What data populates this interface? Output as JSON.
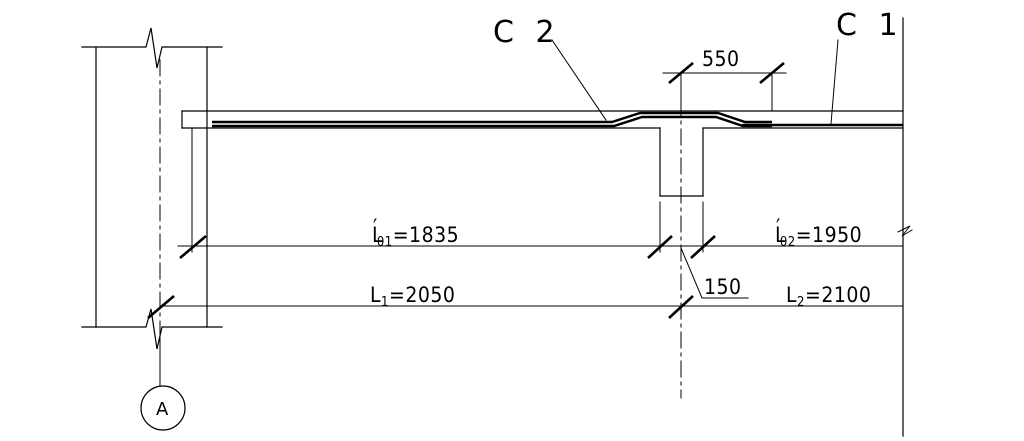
{
  "labels": {
    "c2": "C 2",
    "c1": "C 1",
    "dim_550": "550",
    "dim_150": "150",
    "l01": {
      "main": "L",
      "prime": "′",
      "sub": "01",
      "value": "=1835"
    },
    "l02": {
      "main": "L",
      "prime": "′",
      "sub": "02",
      "value": "=1950"
    },
    "l1": {
      "main": "L",
      "sub": "1",
      "value": "=2050"
    },
    "l2": {
      "main": "L",
      "sub": "2",
      "value": "=2100"
    },
    "axis": "A"
  }
}
